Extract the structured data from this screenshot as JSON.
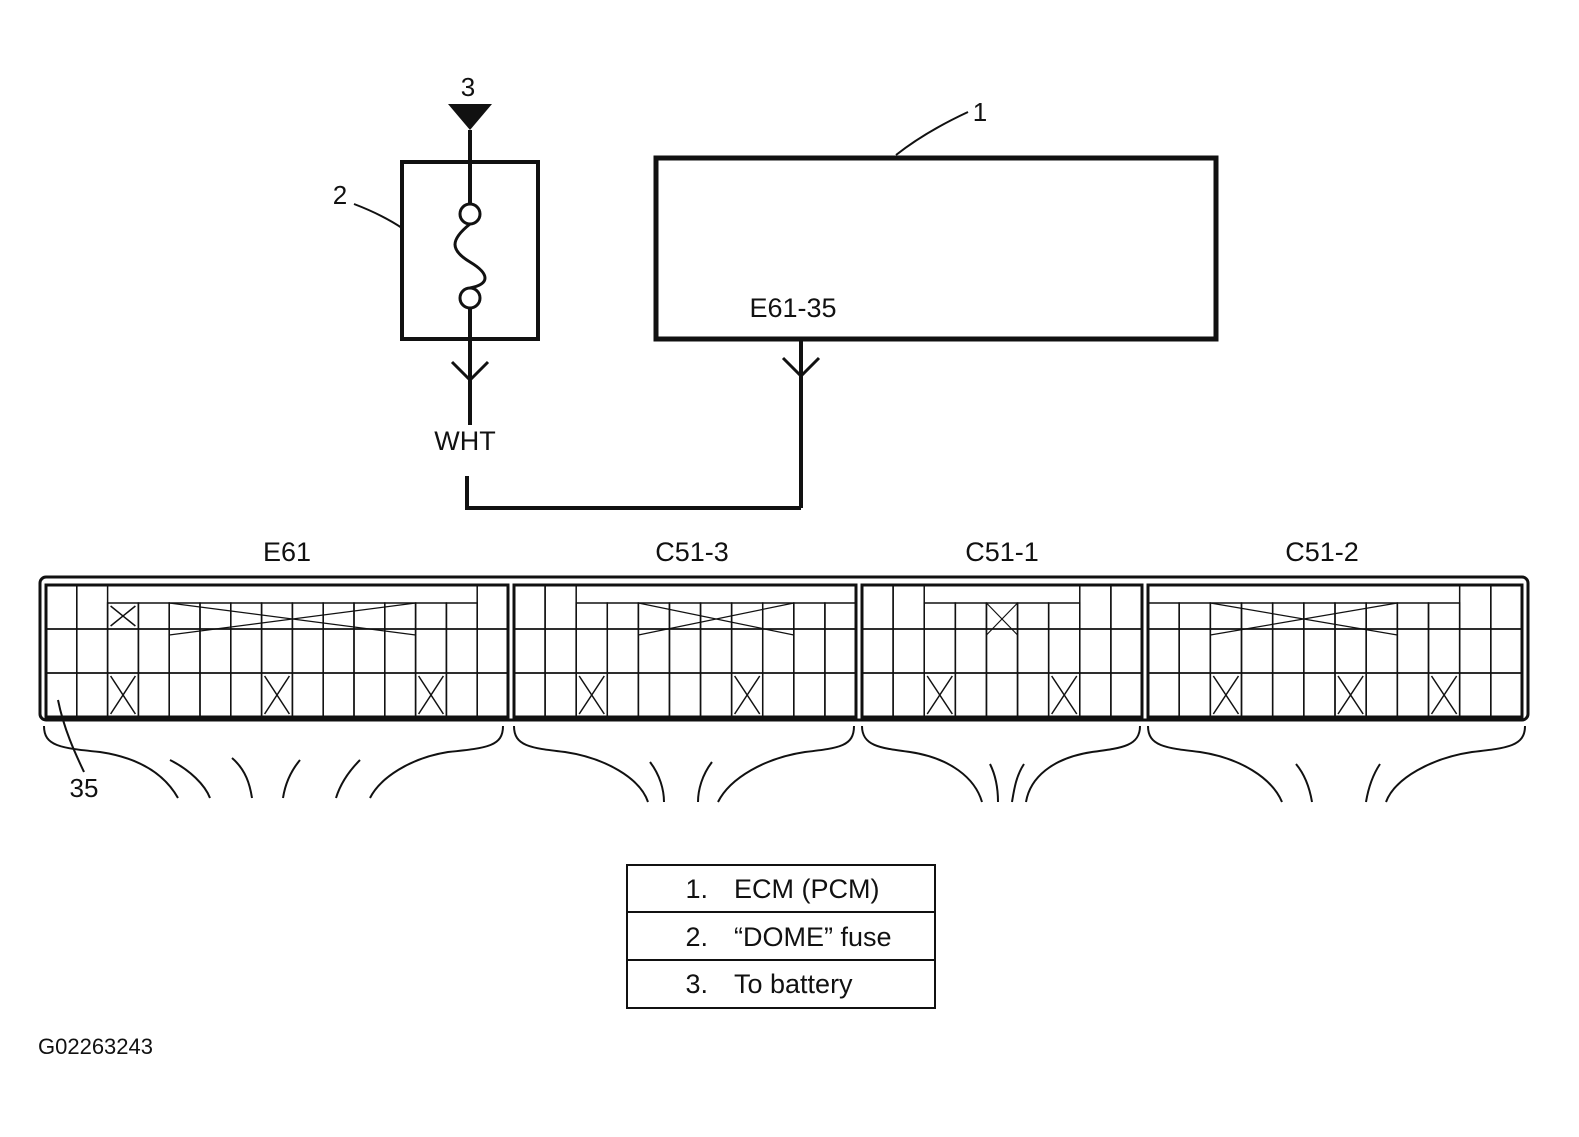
{
  "callouts": {
    "battery": "3",
    "fuse": "2",
    "ecm": "1",
    "pin": "35"
  },
  "ecm_terminal": "E61-35",
  "wire_color": "WHT",
  "connectors": [
    {
      "label": "E61",
      "mark_rows": [
        [
          2
        ],
        [],
        [
          2,
          7,
          12
        ]
      ],
      "top_marks": [
        6
      ]
    },
    {
      "label": "C51-3",
      "mark_rows": [
        [],
        [],
        [
          2,
          7
        ]
      ],
      "top_marks": [
        3
      ]
    },
    {
      "label": "C51-1",
      "mark_rows": [
        [],
        [],
        [
          2,
          6
        ]
      ],
      "top_marks": [
        2
      ]
    },
    {
      "label": "C51-2",
      "mark_rows": [
        [],
        [],
        [
          2,
          6,
          9
        ]
      ],
      "top_marks": [
        4
      ]
    }
  ],
  "legend": [
    {
      "num": "1.",
      "text": "ECM (PCM)"
    },
    {
      "num": "2.",
      "text": "“DOME” fuse"
    },
    {
      "num": "3.",
      "text": "To battery"
    }
  ],
  "figure_id": "G02263243"
}
